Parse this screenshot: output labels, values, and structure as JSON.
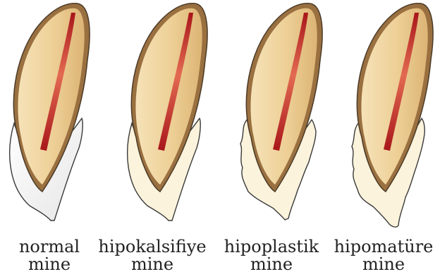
{
  "colors": {
    "dentin_light": "#f4dcae",
    "dentin_mid": "#e9c98a",
    "crown_outline": "#4a3a28",
    "crown_brown": "#9a7040",
    "pulp_dark": "#b01c1c",
    "pulp_light": "#e3705a",
    "enamel_normal": "#f3f3f3",
    "enamel_affected": "#fbf3dc",
    "enamel_outline": "#3a3a3a"
  },
  "teeth": [
    {
      "id": "normal",
      "enamel_style": "normal",
      "caption_line1": "normal",
      "caption_line2": "mine"
    },
    {
      "id": "hipokalsifiye",
      "enamel_style": "hypocalcified",
      "caption_line1": "hipokalsifiye",
      "caption_line2": "mine"
    },
    {
      "id": "hipoplastik",
      "enamel_style": "hypoplastic",
      "caption_line1": "hipoplastik",
      "caption_line2": "mine"
    },
    {
      "id": "hipomature",
      "enamel_style": "hypomature",
      "caption_line1": "hipomatüre",
      "caption_line2": "mine"
    }
  ]
}
